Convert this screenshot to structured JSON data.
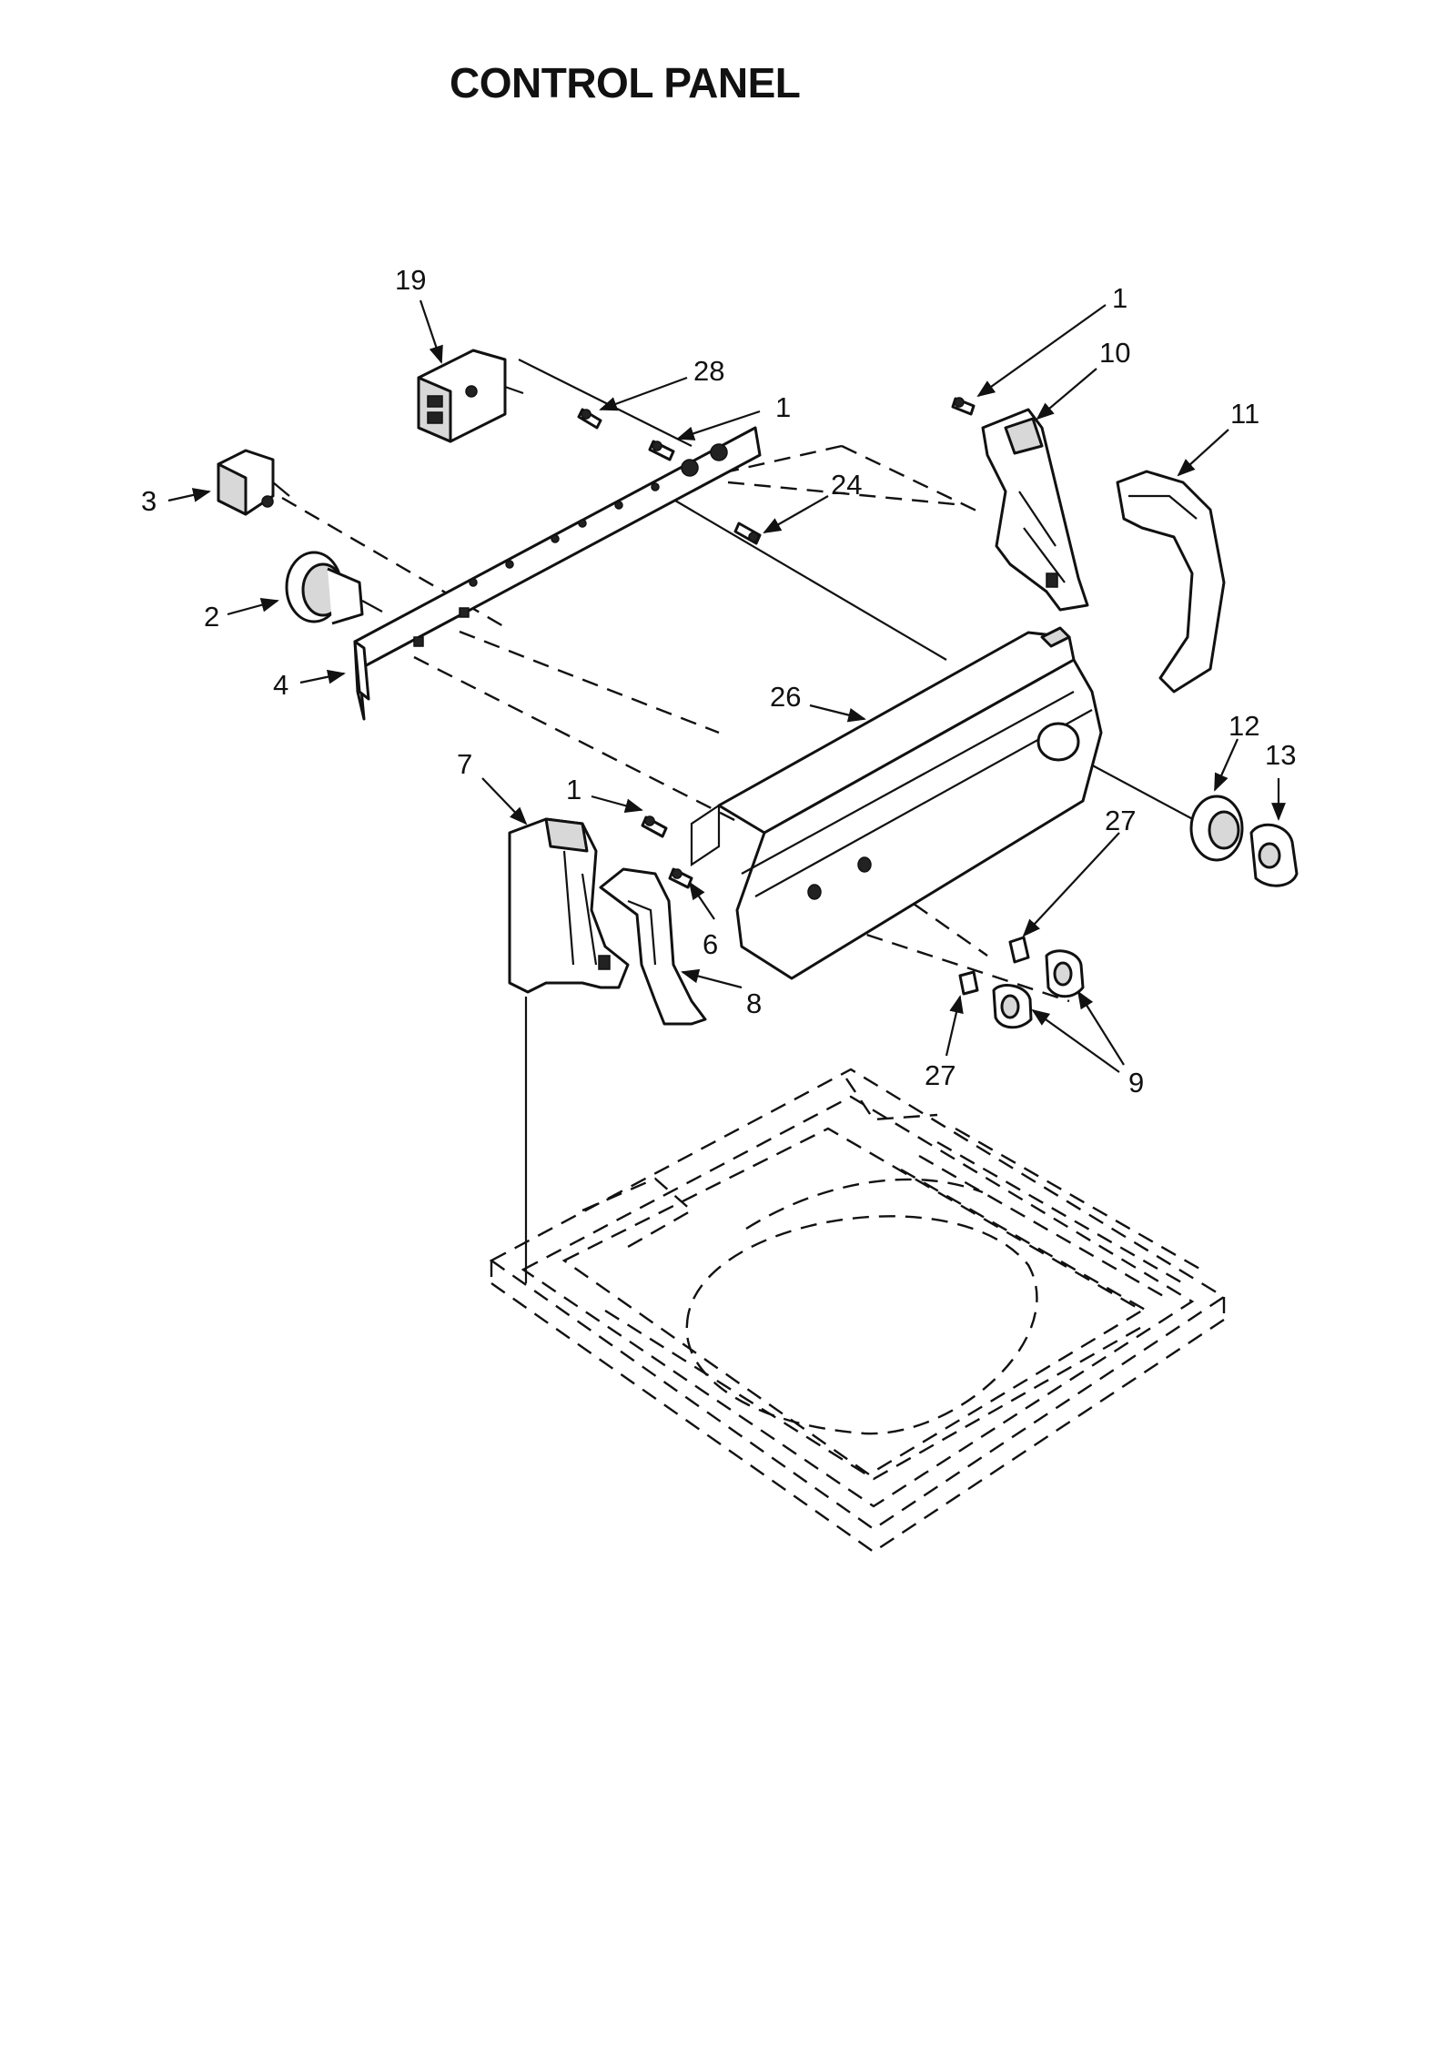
{
  "title": "CONTROL PANEL",
  "callouts": [
    {
      "id": "c19",
      "text": "19"
    },
    {
      "id": "c28",
      "text": "28"
    },
    {
      "id": "c1a",
      "text": "1"
    },
    {
      "id": "c1b",
      "text": "1"
    },
    {
      "id": "c10",
      "text": "10"
    },
    {
      "id": "c11",
      "text": "11"
    },
    {
      "id": "c24",
      "text": "24"
    },
    {
      "id": "c3",
      "text": "3"
    },
    {
      "id": "c2",
      "text": "2"
    },
    {
      "id": "c4",
      "text": "4"
    },
    {
      "id": "c26",
      "text": "26"
    },
    {
      "id": "c12",
      "text": "12"
    },
    {
      "id": "c13",
      "text": "13"
    },
    {
      "id": "c7",
      "text": "7"
    },
    {
      "id": "c1c",
      "text": "1"
    },
    {
      "id": "c27a",
      "text": "27"
    },
    {
      "id": "c6",
      "text": "6"
    },
    {
      "id": "c8",
      "text": "8"
    },
    {
      "id": "c27b",
      "text": "27"
    },
    {
      "id": "c9",
      "text": "9"
    }
  ]
}
